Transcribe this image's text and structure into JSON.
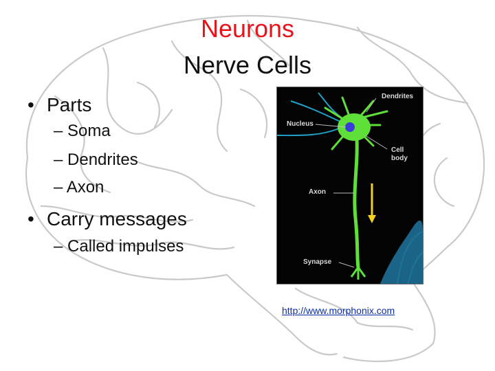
{
  "title": {
    "line1": "Neurons",
    "line2": "Nerve Cells"
  },
  "bullets": [
    {
      "text": "Parts",
      "subitems": [
        "– Soma",
        "– Dendrites",
        "– Axon"
      ]
    },
    {
      "text": "Carry messages",
      "subitems": [
        "– Called impulses"
      ]
    }
  ],
  "bullet_glyph": "•",
  "neuron_image": {
    "labels": {
      "dendrites": "Dendrites",
      "nucleus": "Nucleus",
      "cell_body_1": "Cell",
      "cell_body_2": "body",
      "axon": "Axon",
      "synapse": "Synapse"
    }
  },
  "credit_link": "http://www.morphonix.com",
  "colors": {
    "title_accent": "#e8141b",
    "neuron_green": "#5fe038",
    "dendrite_blue": "#1fa3c9",
    "arrow_yellow": "#f2d21a"
  }
}
